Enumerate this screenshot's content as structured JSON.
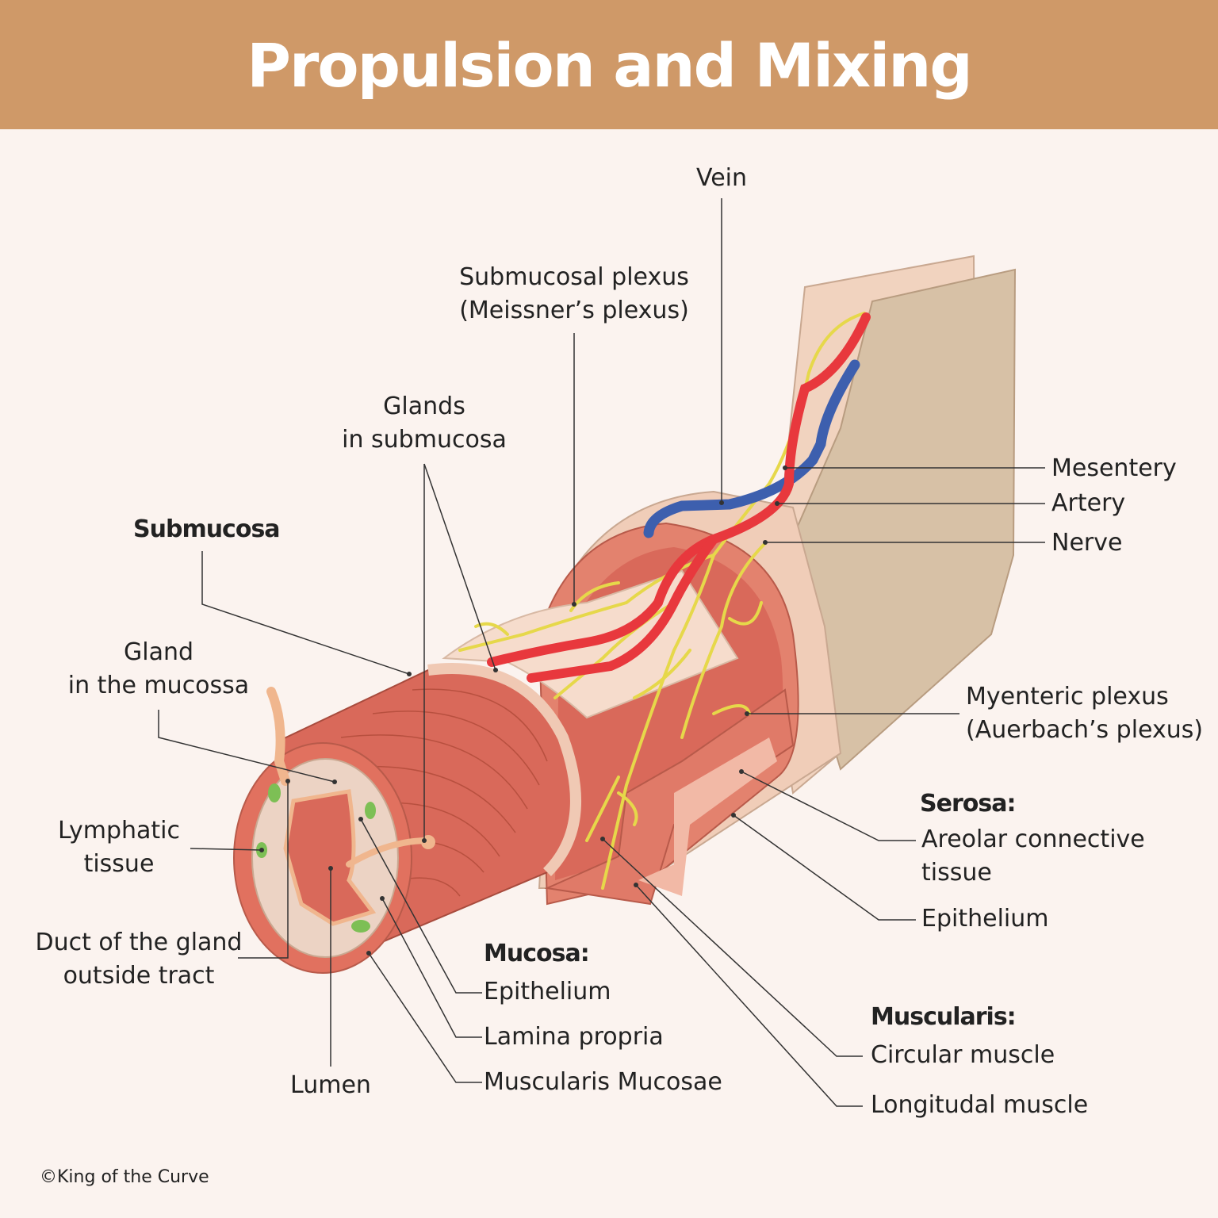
{
  "title": "Propulsion and Mixing",
  "colors": {
    "banner": "#cf9968",
    "background": "#fbf3ef",
    "muscle": "#d9695a",
    "artery": "#e8383d",
    "vein": "#3d5fae",
    "nerve": "#e6d84a",
    "mesentery": "#d7c1a6",
    "lymphatic": "#7dbf55"
  },
  "labels": {
    "vein": "Vein",
    "submucosal_plexus": "Submucosal plexus\n(Meissner’s plexus)",
    "glands_submucosa": "Glands\nin submucosa",
    "submucosa": "Submucosa",
    "gland_mucossa": "Gland\nin the mucossa",
    "lymphatic_tissue": "Lymphatic\ntissue",
    "duct": "Duct of the gland\noutside tract",
    "lumen": "Lumen",
    "mesentery": "Mesentery",
    "artery": "Artery",
    "nerve": "Nerve",
    "myenteric_plexus": "Myenteric plexus\n(Auerbach’s plexus)",
    "serosa_header": "Serosa:",
    "serosa_areolar": "Areolar connective\ntissue",
    "serosa_epithelium": "Epithelium",
    "mucosa_header": "Mucosa:",
    "mucosa_epithelium": "Epithelium",
    "lamina_propria": "Lamina propria",
    "muscularis_mucosae": "Muscularis Mucosae",
    "muscularis_header": "Muscularis:",
    "circular_muscle": "Circular muscle",
    "longitudal_muscle": "Longitudal muscle"
  },
  "copyright": "©King of the Curve"
}
